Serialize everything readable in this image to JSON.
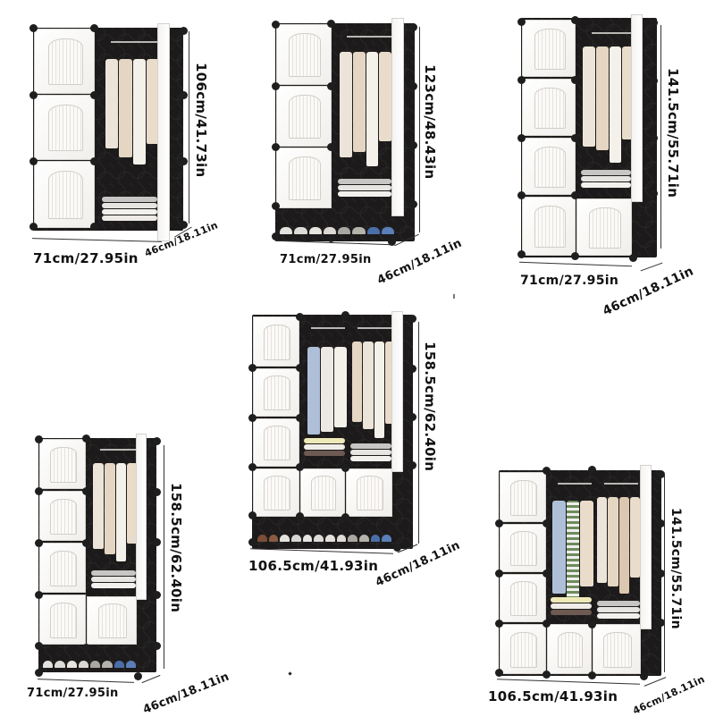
{
  "image": {
    "description": "Product dimension chart for modular cube wardrobes in six configurations",
    "background": "#ffffff",
    "colors": {
      "frame": "#1c1a1a",
      "door": "#ffffff",
      "knob": "#1e1e1e",
      "label": "#111111"
    }
  },
  "wardrobes": [
    {
      "id": "w1",
      "width_label": "71cm/27.95in",
      "height_label": "106cm/41.73in",
      "depth_label": "46cm/18.11in",
      "columns": 2,
      "rows": 3,
      "shoe_rack": false
    },
    {
      "id": "w2",
      "width_label": "71cm/27.95in",
      "height_label": "123cm/48.43in",
      "depth_label": "46cm/18.11in",
      "columns": 2,
      "rows": 3,
      "shoe_rack": true
    },
    {
      "id": "w3",
      "width_label": "71cm/27.95in",
      "height_label": "141.5cm/55.71in",
      "depth_label": "46cm/18.11in",
      "columns": 2,
      "rows": 4,
      "shoe_rack": false
    },
    {
      "id": "w4",
      "width_label": "106.5cm/41.93in",
      "height_label": "158.5cm/62.40in",
      "depth_label": "46cm/18.11in",
      "columns": 3,
      "rows": 4,
      "shoe_rack": true
    },
    {
      "id": "w5",
      "width_label": "71cm/27.95in",
      "height_label": "158.5cm/62.40in",
      "depth_label": "46cm/18.11in",
      "columns": 2,
      "rows": 4,
      "shoe_rack": true
    },
    {
      "id": "w6",
      "width_label": "106.5cm/41.93in",
      "height_label": "141.5cm/55.71in",
      "depth_label": "46cm/18.11in",
      "columns": 3,
      "rows": 4,
      "shoe_rack": false
    }
  ]
}
